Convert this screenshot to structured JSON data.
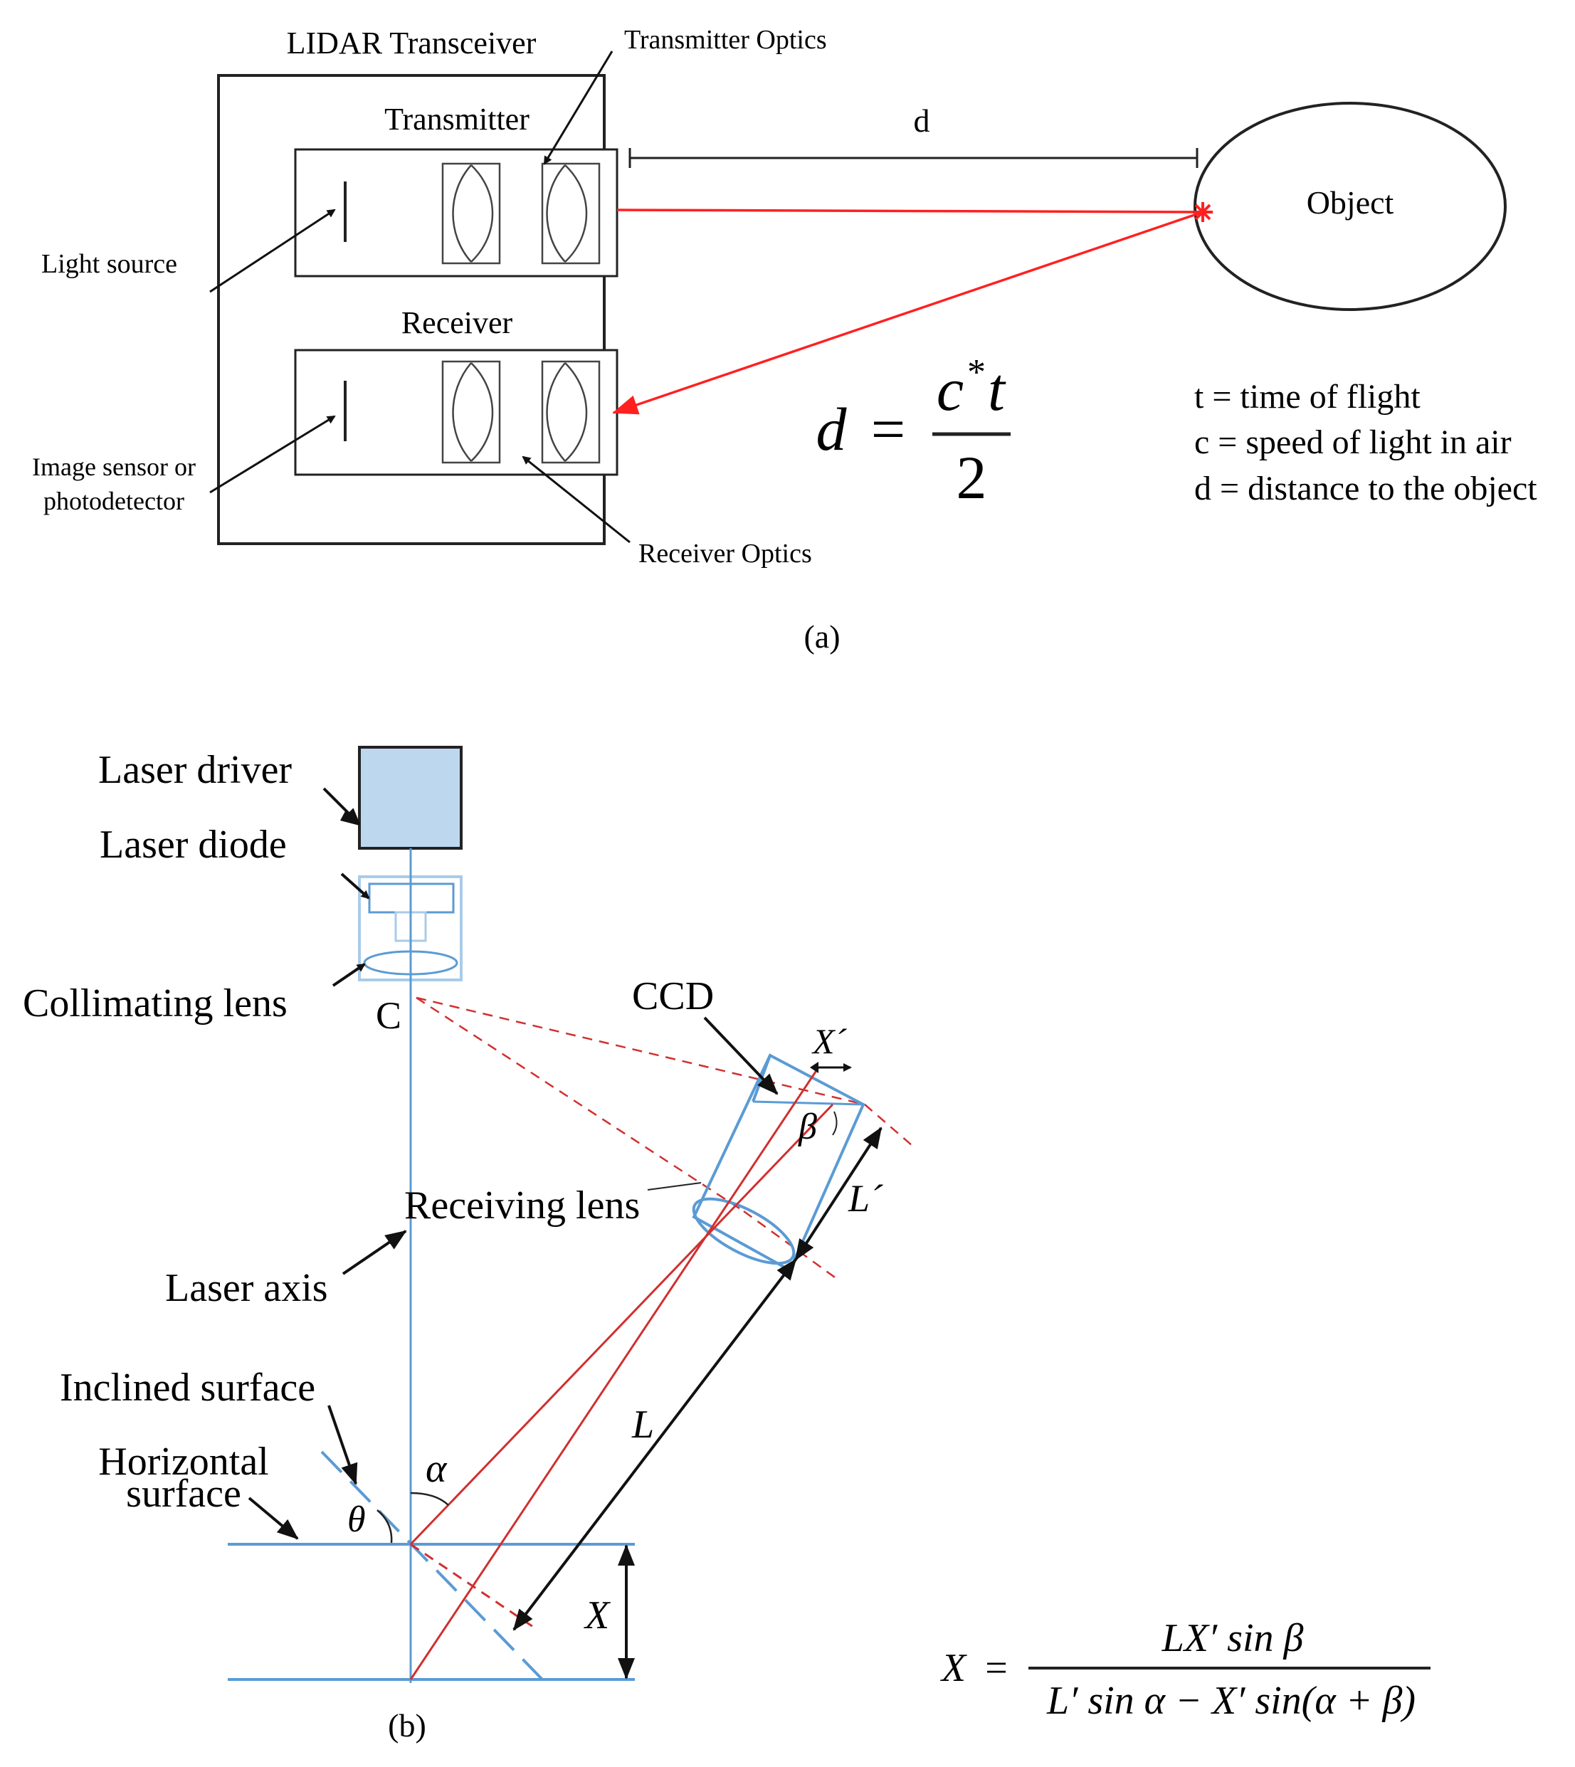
{
  "panel_a": {
    "title": "LIDAR Transceiver",
    "transmitter_optics": "Transmitter Optics",
    "transmitter": "Transmitter",
    "receiver": "Receiver",
    "light_source": "Light source",
    "image_sensor_line1": "Image sensor or",
    "image_sensor_line2": "photodetector",
    "receiver_optics": "Receiver Optics",
    "distance_label": "d",
    "object": "Object",
    "formula": {
      "lhs": "d",
      "eq": "=",
      "num_c": "c",
      "num_star": "*",
      "num_t": "t",
      "den": "2"
    },
    "legend": [
      "t = time of flight",
      "c = speed of light in air",
      "d = distance to the object"
    ],
    "caption": "(a)",
    "colors": {
      "beam": "#ff2020",
      "line": "#222222"
    }
  },
  "panel_b": {
    "laser_driver": "Laser driver",
    "laser_diode": "Laser diode",
    "collimating_lens": "Collimating lens",
    "point_c": "C",
    "ccd": "CCD",
    "x_prime": "X´",
    "beta": "β",
    "l_prime": "L´",
    "receiving_lens": "Receiving lens",
    "laser_axis": "Laser axis",
    "inclined_surface": "Inclined surface",
    "horizontal_surface_line1": "Horizontal",
    "horizontal_surface_line2": "surface",
    "alpha": "α",
    "theta": "θ",
    "l_label": "L",
    "x_label": "X",
    "caption": "(b)",
    "formula": {
      "lhs": "X",
      "eq": "=",
      "numerator": "LX′ sin β",
      "denominator": "L′ sin α − X′ sin(α + β)"
    },
    "colors": {
      "blue": "#5b9bd5",
      "red": "#d03030",
      "driver_fill": "#bdd7ee",
      "arrow": "#111111"
    }
  }
}
